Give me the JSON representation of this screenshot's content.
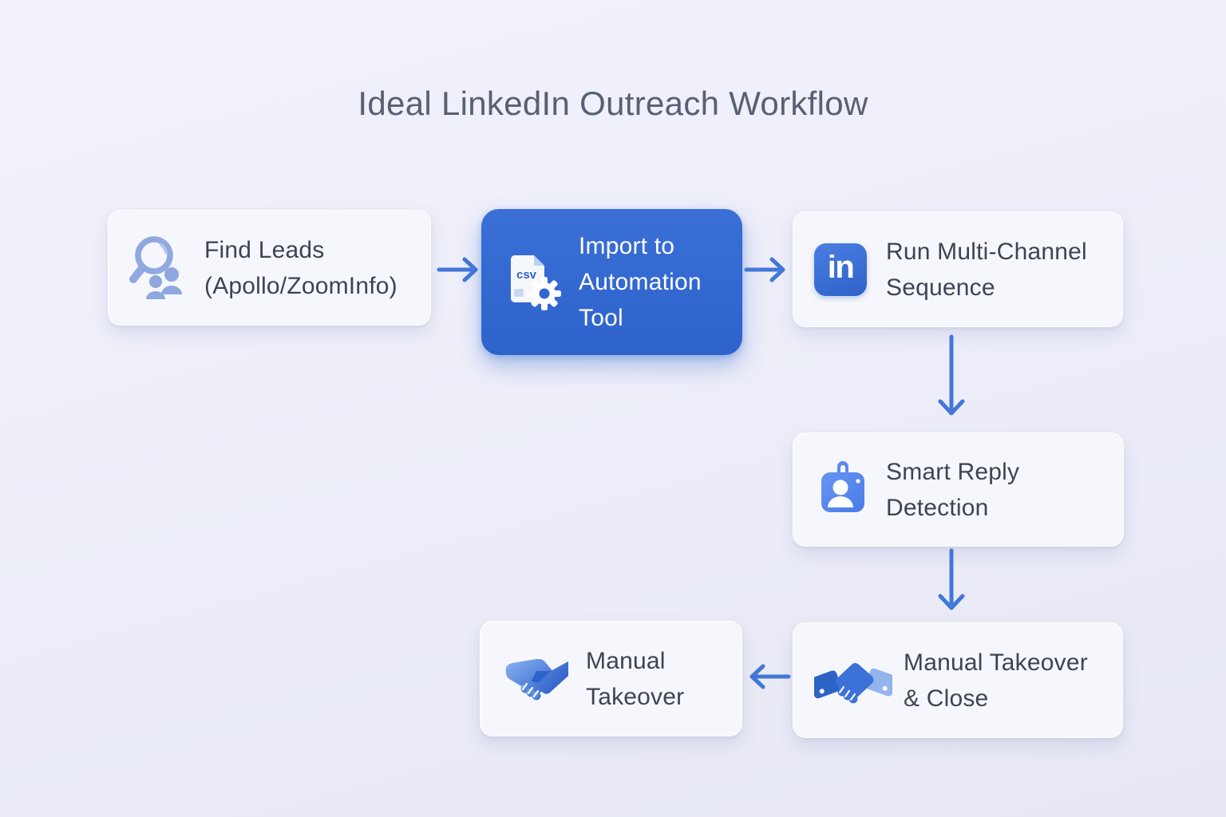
{
  "title": "Ideal LinkedIn Outreach Workflow",
  "nodes": {
    "find_leads": {
      "label": "Find Leads",
      "sublabel": "(Apollo/ZoomInfo)",
      "icon": "search-leads-icon"
    },
    "import_tool": {
      "label": "Import to Automation Tool",
      "icon": "csv-gear-icon",
      "file_label": "csv"
    },
    "run_sequence": {
      "label": "Run Multi-Channel Sequence",
      "icon": "linkedin-icon",
      "icon_text": "in"
    },
    "smart_reply": {
      "label": "Smart Reply Detection",
      "icon": "id-badge-icon"
    },
    "takeover_close": {
      "label": "Manual Takeover & Close",
      "icon": "handshake-icon"
    },
    "manual_takeover": {
      "label": "Manual Takeover",
      "icon": "handshake-icon"
    }
  },
  "arrows": [
    {
      "from": "find_leads",
      "to": "import_tool",
      "direction": "right"
    },
    {
      "from": "import_tool",
      "to": "run_sequence",
      "direction": "right"
    },
    {
      "from": "run_sequence",
      "to": "smart_reply",
      "direction": "down"
    },
    {
      "from": "smart_reply",
      "to": "takeover_close",
      "direction": "down"
    },
    {
      "from": "takeover_close",
      "to": "manual_takeover",
      "direction": "left"
    }
  ],
  "colors": {
    "background": "#ecedf8",
    "card": "#f6f7fc",
    "primary_blue": "#2f65cd",
    "arrow_blue": "#4377d8",
    "icon_blue": "#4a7ce8",
    "soft_icon_blue": "#8fa7de",
    "title_text": "#586073",
    "card_text": "#3c4454"
  }
}
